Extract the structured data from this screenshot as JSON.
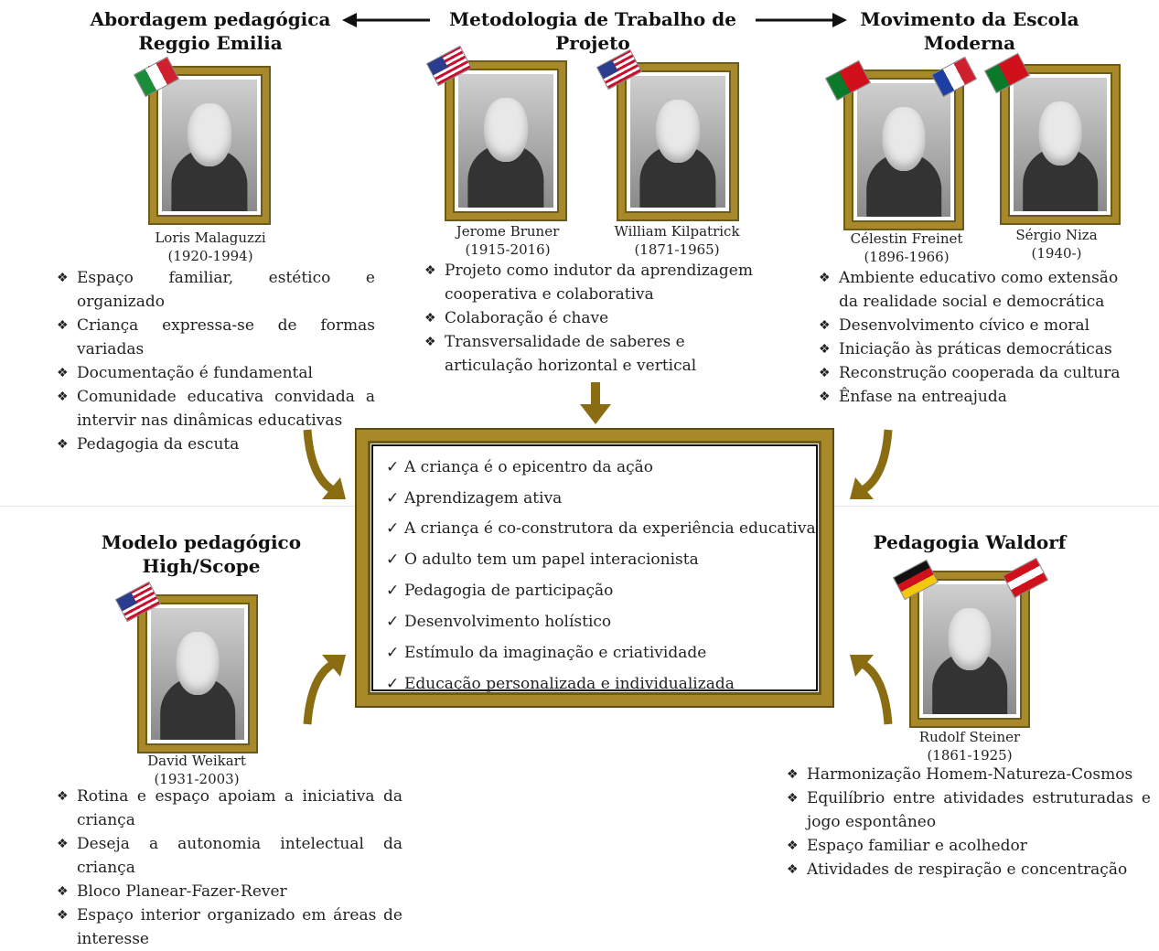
{
  "titles": {
    "reggio": "Abordagem pedagógica\nReggio Emilia",
    "projeto": "Metodologia de Trabalho de\nProjeto",
    "escola": "Movimento da Escola\nModerna",
    "highscope": "Modelo pedagógico\nHigh/Scope",
    "waldorf": "Pedagogia Waldorf"
  },
  "people": {
    "malaguzzi": {
      "name": "Loris Malaguzzi",
      "years": "(1920-1994)"
    },
    "bruner": {
      "name": "Jerome Bruner",
      "years": "(1915-2016)"
    },
    "kilpatrick": {
      "name": "William Kilpatrick",
      "years": "(1871-1965)"
    },
    "freinet": {
      "name": "Célestin Freinet",
      "years": "(1896-1966)"
    },
    "niza": {
      "name": "Sérgio Niza",
      "years": "(1940-)"
    },
    "weikart": {
      "name": "David Weikart",
      "years": "(1931-2003)"
    },
    "steiner": {
      "name": "Rudolf Steiner",
      "years": "(1861-1925)"
    }
  },
  "bullets": {
    "reggio": [
      "Espaço familiar, estético e organizado",
      "Criança expressa-se de formas variadas",
      "Documentação é fundamental",
      "Comunidade educativa convidada a intervir nas dinâmicas educativas",
      "Pedagogia da escuta"
    ],
    "projeto": [
      "Projeto como indutor da aprendizagem cooperativa e colaborativa",
      "Colaboração é chave",
      "Transversalidade de saberes e articulação horizontal e vertical"
    ],
    "escola": [
      "Ambiente educativo como extensão da realidade social e democrática",
      "Desenvolvimento cívico e moral",
      "Iniciação às práticas democráticas",
      "Reconstrução cooperada da cultura",
      "Ênfase na entreajuda"
    ],
    "highscope": [
      "Rotina e espaço apoiam a iniciativa da criança",
      "Deseja a autonomia intelectual da criança",
      "Bloco Planear-Fazer-Rever",
      "Espaço interior organizado em áreas de interesse"
    ],
    "waldorf": [
      "Harmonização Homem-Natureza-Cosmos",
      "Equilíbrio entre atividades estruturadas e jogo espontâneo",
      "Espaço familiar e acolhedor",
      "Atividades de respiração e concentração"
    ]
  },
  "center": [
    "A criança é o epicentro da ação",
    "Aprendizagem ativa",
    "A criança é co-construtora da experiência educativa",
    "O adulto tem um papel interacionista",
    "Pedagogia de participação",
    "Desenvolvimento holístico",
    "Estímulo da imaginação e criatividade",
    "Educação personalizada e individualizada"
  ],
  "colors": {
    "gold": "#a8892a",
    "arrow": "#8a6d12",
    "text": "#222222"
  },
  "icons": {
    "bullet": "❖",
    "check": "✓"
  }
}
